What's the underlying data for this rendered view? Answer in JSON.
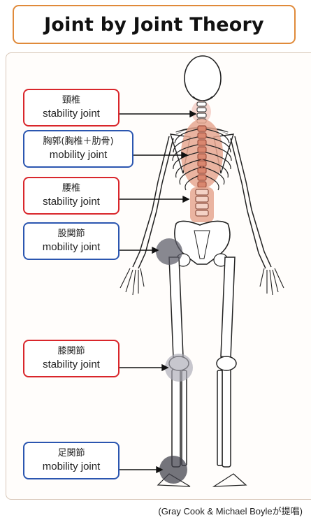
{
  "title": "Joint by Joint Theory",
  "credit": "(Gray Cook & Michael Boyleが提唱)",
  "joints": [
    {
      "name": "頸椎",
      "type": "stability joint",
      "color": "#d9262b"
    },
    {
      "name": "胸郭(胸椎＋肋骨)",
      "type": "mobility joint",
      "color": "#2b56b0"
    },
    {
      "name": "腰椎",
      "type": "stability joint",
      "color": "#d9262b"
    },
    {
      "name": "股関節",
      "type": "mobility joint",
      "color": "#2b56b0"
    },
    {
      "name": "膝関節",
      "type": "stability joint",
      "color": "#d9262b"
    },
    {
      "name": "足関節",
      "type": "mobility joint",
      "color": "#2b56b0"
    }
  ],
  "colors": {
    "title_border": "#e08a3a",
    "stability": "#d9262b",
    "mobility": "#2b56b0",
    "spine_highlight": "#e6a791",
    "hip_marker": "#5a5a66",
    "knee_marker": "#a9a9b4"
  }
}
